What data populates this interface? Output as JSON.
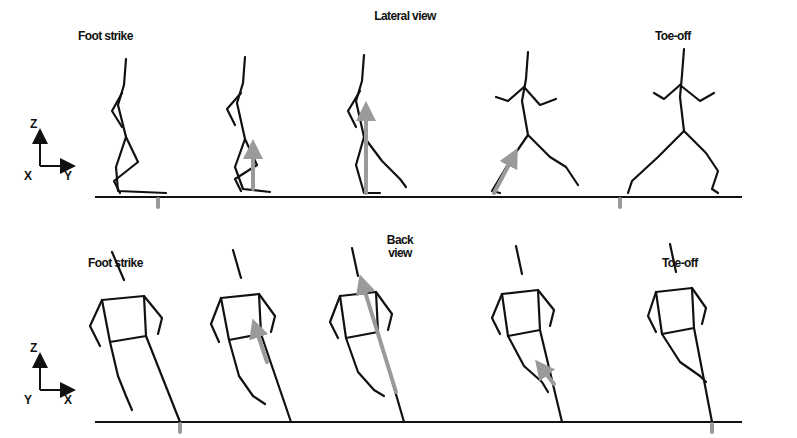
{
  "diagram": {
    "labels": [
      "Lateral view",
      "Foot strike",
      "Toe-off",
      "Z",
      "X",
      "Y",
      "Back view",
      "Foot strike",
      "Toe-off",
      "Z",
      "Y",
      "X"
    ]
  }
}
